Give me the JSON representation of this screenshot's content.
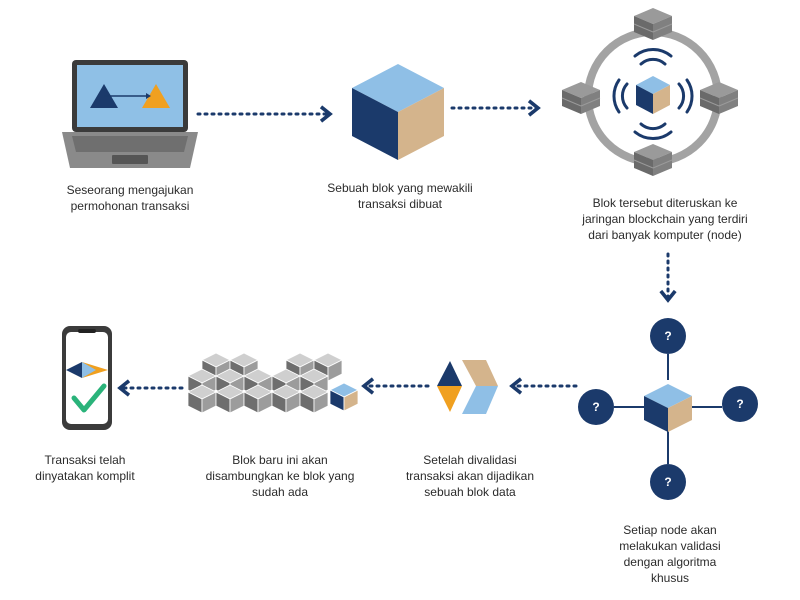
{
  "steps": {
    "s1": {
      "lines": [
        "Seseorang mengajukan",
        "permohonan transaksi"
      ]
    },
    "s2": {
      "lines": [
        "Sebuah blok yang mewakili",
        "transaksi dibuat"
      ]
    },
    "s3": {
      "lines": [
        "Blok tersebut diteruskan ke",
        "jaringan blockchain yang terdiri",
        "dari banyak komputer (node)"
      ]
    },
    "s4": {
      "lines": [
        "Setiap node akan",
        "melakukan validasi",
        "dengan algoritma",
        "khusus"
      ]
    },
    "s5": {
      "lines": [
        "Setelah divalidasi",
        "transaksi akan dijadikan",
        "sebuah blok data"
      ]
    },
    "s6": {
      "lines": [
        "Blok baru ini akan",
        "disambungkan ke blok yang",
        "sudah ada"
      ]
    },
    "s7": {
      "lines": [
        "Transaksi telah",
        "dinyatakan komplit"
      ]
    }
  },
  "nodes": {
    "question_mark": "?"
  },
  "colors": {
    "navy": "#1b3a6b",
    "light_blue": "#8fbfe6",
    "tan": "#d4b48c",
    "orange": "#f0a020",
    "green": "#2ab37a",
    "gray": "#8a8a8a"
  }
}
